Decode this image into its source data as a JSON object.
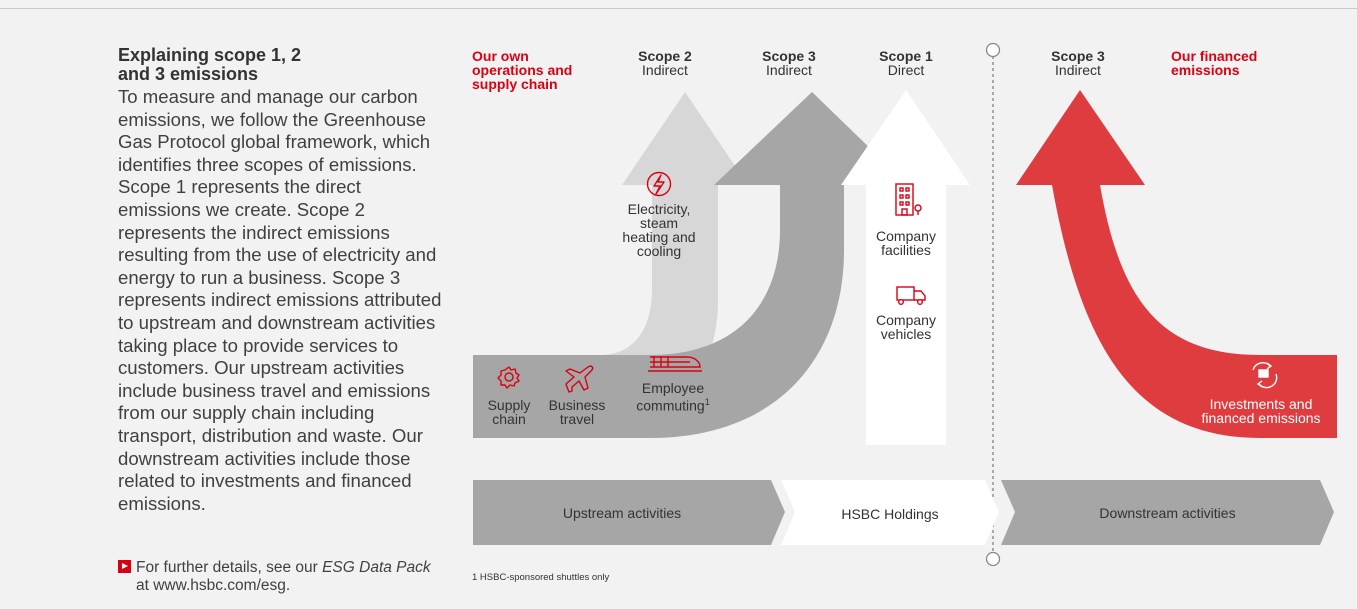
{
  "colors": {
    "red": "#db0011",
    "dark_grey": "#a6a6a6",
    "light_grey": "#d7d7d7",
    "scope3_red": "#df3c40"
  },
  "intro": {
    "heading": "Explaining scope 1, 2 and 3 emissions",
    "body": "To measure and manage our carbon emissions, we follow the Greenhouse Gas Protocol global framework, which identifies three scopes of emissions. Scope 1 represents the direct emissions we create. Scope 2 represents the indirect emissions resulting from the use of electricity and energy to run a business. Scope 3 represents indirect emissions attributed to upstream and downstream activities taking place to provide services to customers. Our upstream activities include business travel and emissions from our supply chain including transport, distribution and waste. Our downstream activities include those related to investments and financed emissions.",
    "more_prefix": "For further details, see our ",
    "more_doc": "ESG Data Pack",
    "more_suffix": "at www.hsbc.com/esg."
  },
  "headers": {
    "own_ops_l1": "Our own",
    "own_ops_l2": "operations and",
    "own_ops_l3": "supply chain",
    "scope2_title": "Scope 2",
    "scope2_sub": "Indirect",
    "scope3a_title": "Scope 3",
    "scope3a_sub": "Indirect",
    "scope1_title": "Scope 1",
    "scope1_sub": "Direct",
    "scope3b_title": "Scope 3",
    "scope3b_sub": "Indirect",
    "financed_l1": "Our financed",
    "financed_l2": "emissions"
  },
  "items": {
    "electricity_l1": "Electricity,",
    "electricity_l2": "steam",
    "electricity_l3": "heating and",
    "electricity_l4": "cooling",
    "facilities_l1": "Company",
    "facilities_l2": "facilities",
    "vehicles_l1": "Company",
    "vehicles_l2": "vehicles",
    "supply_l1": "Supply",
    "supply_l2": "chain",
    "travel_l1": "Business",
    "travel_l2": "travel",
    "commuting_l1": "Employee",
    "commuting_l2": "commuting",
    "commuting_sup": "1",
    "investments_l1": "Investments and",
    "investments_l2": "financed emissions"
  },
  "activities": {
    "upstream": "Upstream activities",
    "hsbc": "HSBC Holdings",
    "downstream": "Downstream activities"
  },
  "footnote": "1 HSBC-sponsored shuttles only",
  "icons": [
    "lightning-icon",
    "building-icon",
    "truck-icon",
    "gear-icon",
    "plane-icon",
    "train-icon",
    "cycle-icon"
  ]
}
